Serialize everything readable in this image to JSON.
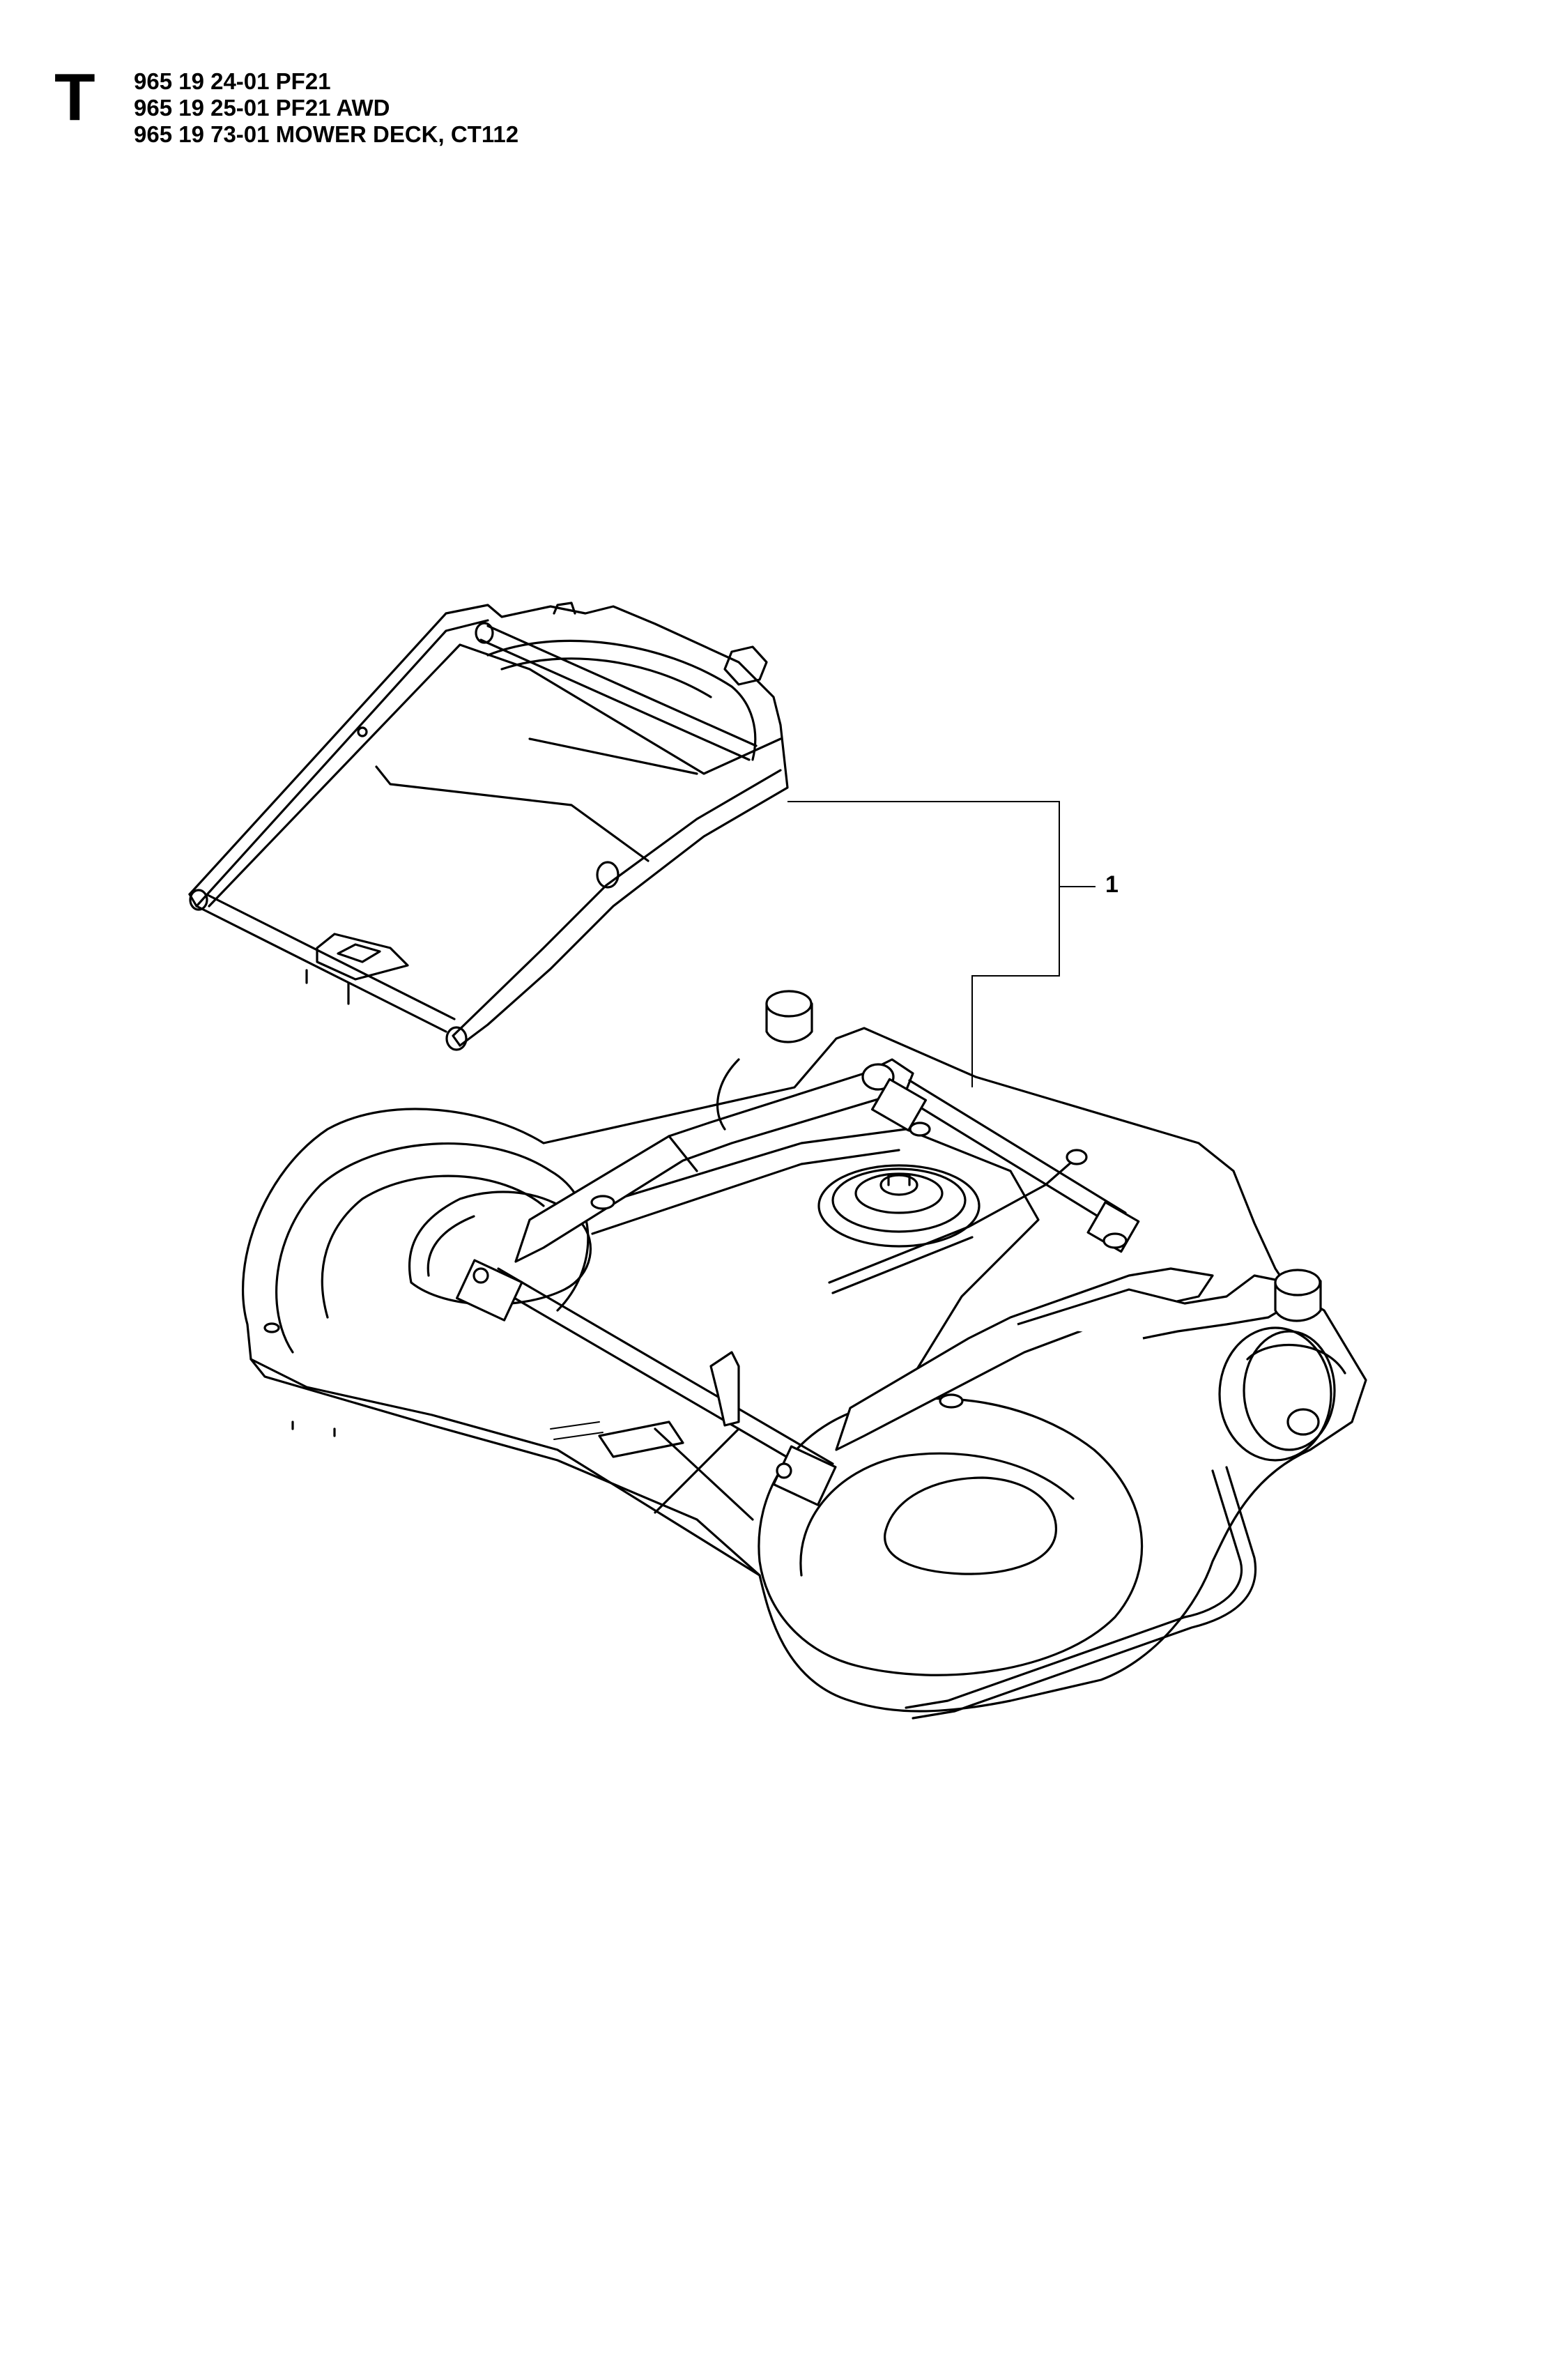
{
  "header": {
    "section_letter": "T",
    "lines": [
      "965 19 24-01 PF21",
      "965 19 25-01 PF21 AWD",
      "965 19 73-01 MOWER DECK, CT112"
    ]
  },
  "callouts": [
    {
      "number": "1"
    }
  ]
}
